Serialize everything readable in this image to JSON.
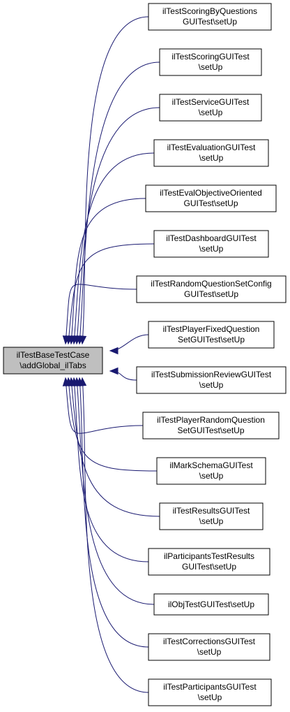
{
  "root": {
    "line1": "ilTestBaseTestCase",
    "line2": "\\addGlobal_ilTabs"
  },
  "callers": [
    {
      "line1": "ilTestScoringByQuestions",
      "line2": "GUITest\\setUp"
    },
    {
      "line1": "ilTestScoringGUITest",
      "line2": "\\setUp"
    },
    {
      "line1": "ilTestServiceGUITest",
      "line2": "\\setUp"
    },
    {
      "line1": "ilTestEvaluationGUITest",
      "line2": "\\setUp"
    },
    {
      "line1": "ilTestEvalObjectiveOriented",
      "line2": "GUITest\\setUp"
    },
    {
      "line1": "ilTestDashboardGUITest",
      "line2": "\\setUp"
    },
    {
      "line1": "ilTestRandomQuestionSetConfig",
      "line2": "GUITest\\setUp"
    },
    {
      "line1": "ilTestPlayerFixedQuestion",
      "line2": "SetGUITest\\setUp"
    },
    {
      "line1": "ilTestSubmissionReviewGUITest",
      "line2": "\\setUp"
    },
    {
      "line1": "ilTestPlayerRandomQuestion",
      "line2": "SetGUITest\\setUp"
    },
    {
      "line1": "ilMarkSchemaGUITest",
      "line2": "\\setUp"
    },
    {
      "line1": "ilTestResultsGUITest",
      "line2": "\\setUp"
    },
    {
      "line1": "ilParticipantsTestResults",
      "line2": "GUITest\\setUp"
    },
    {
      "line1": "ilObjTestGUITest\\setUp",
      "line2": ""
    },
    {
      "line1": "ilTestCorrectionsGUITest",
      "line2": "\\setUp"
    },
    {
      "line1": "ilTestParticipantsGUITest",
      "line2": "\\setUp"
    }
  ],
  "colors": {
    "edge": "#191970",
    "root_fill": "#bfbfbf",
    "node_fill": "#ffffff",
    "border": "#000000"
  }
}
